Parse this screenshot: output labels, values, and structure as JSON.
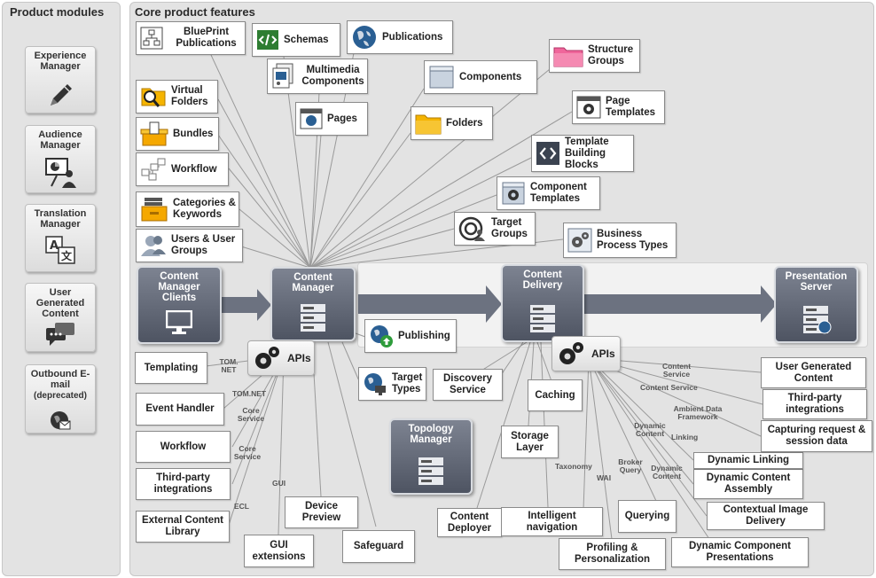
{
  "panels": {
    "product_modules_title": "Product modules",
    "core_features_title": "Core product features"
  },
  "modules": [
    {
      "label": "Experience Manager",
      "icon": "pencil-icon"
    },
    {
      "label": "Audience Manager",
      "icon": "presentation-icon"
    },
    {
      "label": "Translation Manager",
      "icon": "translate-icon"
    },
    {
      "label": "User Generated Content",
      "icon": "chat-bubbles-icon"
    },
    {
      "label": "Outbound E-mail",
      "sublabel": "(deprecated)",
      "icon": "globe-mail-icon"
    }
  ],
  "cm_features": {
    "blueprint": "BluePrint Publications",
    "schemas": "Schemas",
    "publications": "Publications",
    "multimedia": "Multimedia Components",
    "structure_groups": "Structure Groups",
    "components": "Components",
    "virtual_folders": "Virtual Folders",
    "pages": "Pages",
    "folders": "Folders",
    "page_templates": "Page Templates",
    "bundles": "Bundles",
    "template_blocks": "Template Building Blocks",
    "workflow": "Workflow",
    "component_templates": "Component Templates",
    "categories": "Categories & Keywords",
    "target_groups": "Target Groups",
    "users": "Users & User Groups",
    "business_process": "Business Process Types"
  },
  "servers": {
    "cm_clients": "Content Manager Clients",
    "content_manager": "Content Manager",
    "content_delivery": "Content Delivery",
    "presentation_server": "Presentation Server",
    "topology_manager": "Topology Manager"
  },
  "apis_label": "APIs",
  "cm_apis": {
    "templating": "Templating",
    "event_handler": "Event Handler",
    "workflow": "Workflow",
    "third_party": "Third-party integrations",
    "external_content": "External Content Library",
    "gui_extensions": "GUI extensions",
    "device_preview": "Device Preview",
    "safeguard": "Safeguard",
    "publishing": "Publishing",
    "target_types": "Target Types"
  },
  "cm_api_labels": {
    "tom_net_1": "TOM. NET",
    "tom_net_2": "TOM.NET",
    "core_service_1": "Core Service",
    "core_service_2": "Core Service",
    "gui": "GUI",
    "ecl": "ECL"
  },
  "cd_features": {
    "discovery": "Discovery Service",
    "caching": "Caching",
    "storage": "Storage Layer",
    "content_deployer": "Content Deployer",
    "intelligent_nav": "Intelligent navigation",
    "profiling": "Profiling & Personalization",
    "querying": "Querying",
    "dynamic_component": "Dynamic Component Presentations",
    "contextual_image": "Contextual Image Delivery",
    "dynamic_content_assembly": "Dynamic Content Assembly",
    "dynamic_linking": "Dynamic Linking",
    "capturing": "Capturing request & session data",
    "third_party": "Third-party integrations",
    "ugc": "User Generated Content"
  },
  "cd_api_labels": {
    "content_service_1": "Content Service",
    "content_service_2": "Content Service",
    "ambient": "Ambient Data Framework",
    "dynamic_content_1": "Dynamic Content",
    "linking": "Linking",
    "taxonomy": "Taxonomy",
    "broker_query": "Broker Query",
    "dynamic_content_2": "Dynamic Content",
    "wai": "WAI"
  },
  "colors": {
    "panel_bg": "#e3e3e3",
    "server_dark": "#4e5462",
    "arrow": "#6c7280",
    "line": "#9a9a9a"
  }
}
